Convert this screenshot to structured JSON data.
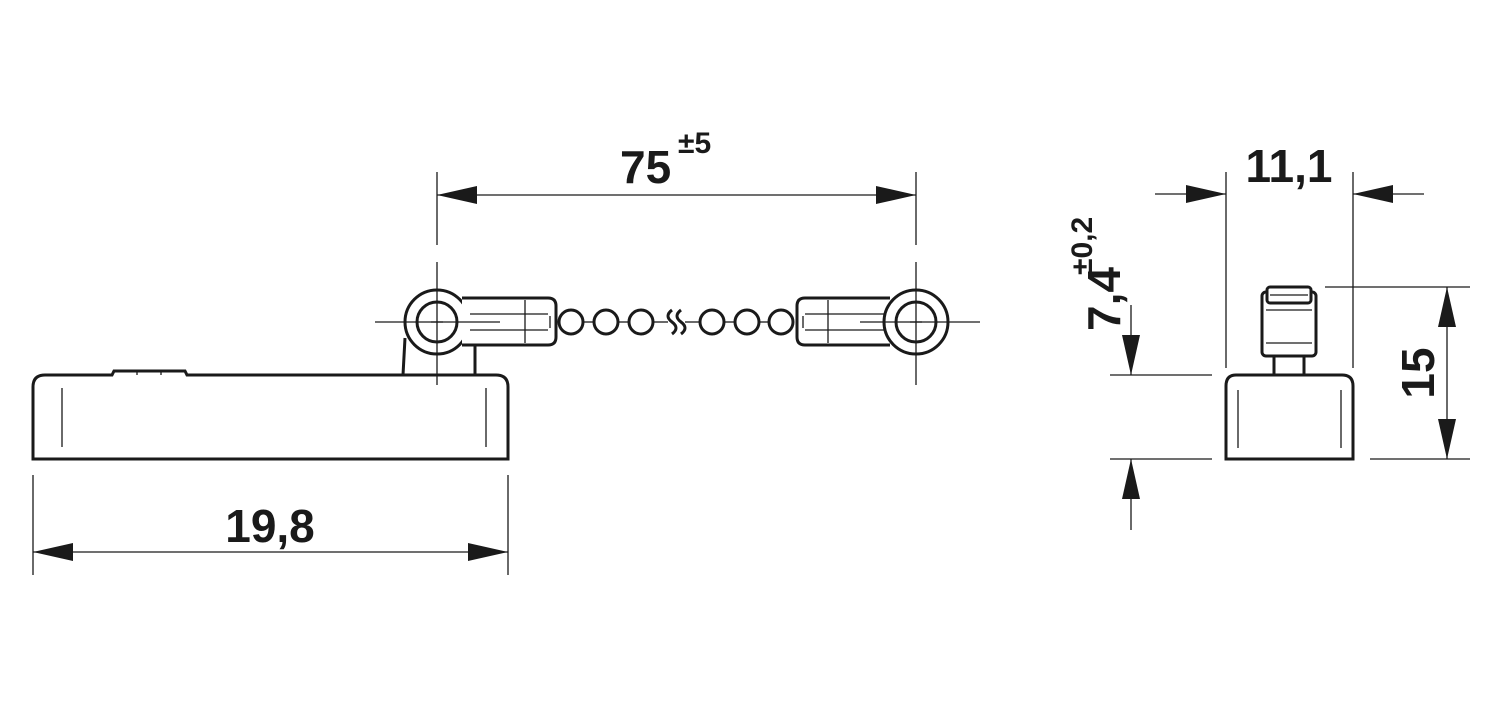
{
  "dimensions": {
    "chain_length": {
      "value": "75",
      "tolerance": "±5"
    },
    "base_length": {
      "value": "19,8"
    },
    "base_height": {
      "value": "7,4",
      "tolerance": "±0,2"
    },
    "side_width": {
      "value": "11,1"
    },
    "side_height": {
      "value": "15"
    }
  },
  "colors": {
    "line": "#1a1a1a",
    "background": "#ffffff"
  }
}
